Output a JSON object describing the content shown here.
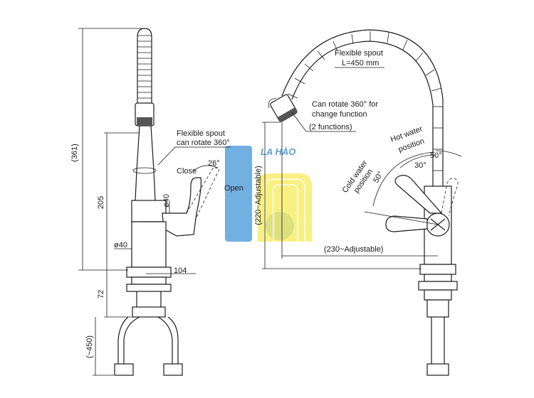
{
  "side_view": {
    "flex_label_1": "Flexible spout",
    "flex_label_2": "can rotate 360°",
    "close_label": "Close",
    "open_label": "Open",
    "angle_label": "26°",
    "dim_total": "(361)",
    "dim_body": "205",
    "dim_base": "72",
    "dim_hose": "(~450)",
    "dia_handle": "ø40",
    "dia_body": "ø40",
    "dim_reach": "104"
  },
  "front_view": {
    "spout_label_1": "Flexible spout",
    "spout_label_2": "L=450 mm",
    "rotate_label_1": "Can rotate 360° for",
    "rotate_label_2": "change function",
    "rotate_label_3": "(2 functions)",
    "hot_label_1": "Hot water",
    "hot_label_2": "position",
    "cold_label_1": "Cold water",
    "cold_label_2": "position",
    "angle_50_hot": "50°",
    "angle_30": "30°",
    "angle_50_cold": "50°",
    "dim_height": "(220~Adjustable)",
    "dim_width": "(230~Adjustable)"
  },
  "watermark": {
    "text": "LA HÀO",
    "colors": {
      "blue": "#5aa3dc",
      "yellow": "#f5e84a",
      "text": "#3b8fd4"
    }
  }
}
